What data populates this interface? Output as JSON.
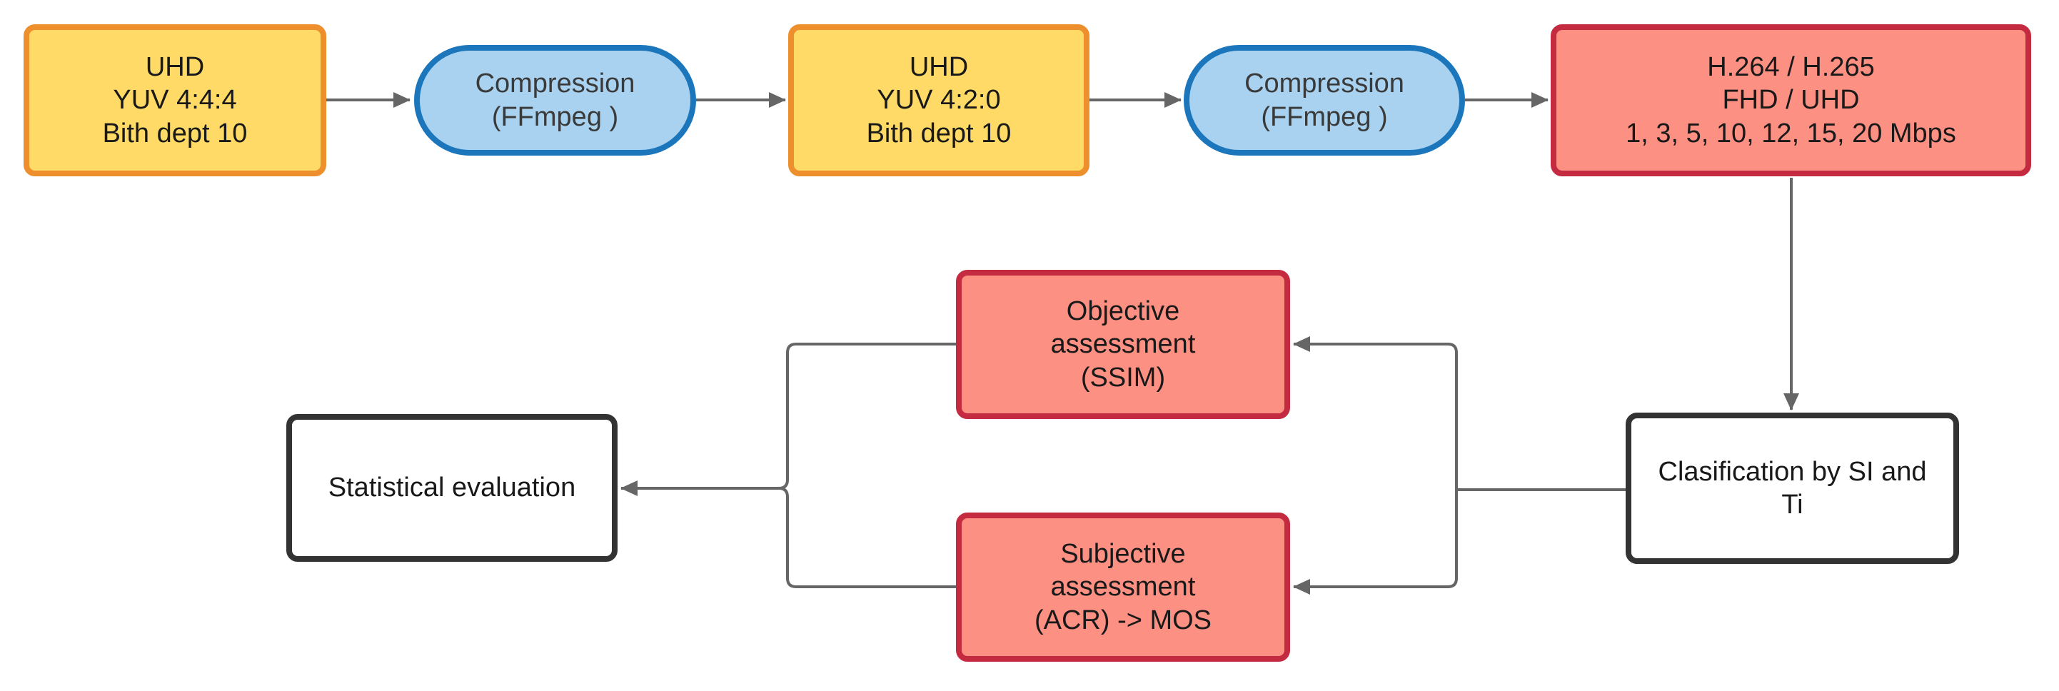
{
  "colors": {
    "line": "#666666",
    "yellow_fill": "#FFDA66",
    "yellow_stroke": "#EE8F2D",
    "blue_fill": "#A8D2F0",
    "blue_stroke": "#1B76BC",
    "red_fill": "#FC9083",
    "red_stroke": "#C52B40",
    "white_fill": "#FFFFFF",
    "dark_stroke": "#333333"
  },
  "nodes": [
    {
      "id": "uhd-yuv444",
      "shape": "rect",
      "color": "yellow",
      "text": "UHD\nYUV 4:4:4\nBith dept 10"
    },
    {
      "id": "compression-1",
      "shape": "stadium",
      "color": "blue",
      "text": "Compression\n(FFmpeg )"
    },
    {
      "id": "uhd-yuv420",
      "shape": "rect",
      "color": "yellow",
      "text": "UHD\nYUV 4:2:0\nBith dept 10"
    },
    {
      "id": "compression-2",
      "shape": "stadium",
      "color": "blue",
      "text": "Compression\n(FFmpeg )"
    },
    {
      "id": "encoded",
      "shape": "rect",
      "color": "red",
      "text": "H.264 / H.265\nFHD / UHD\n1, 3, 5, 10, 12, 15, 20 Mbps"
    },
    {
      "id": "objective",
      "shape": "rect",
      "color": "red",
      "text": "Objective\nassessment\n(SSIM)"
    },
    {
      "id": "subjective",
      "shape": "rect",
      "color": "red",
      "text": "Subjective\nassessment\n(ACR) -> MOS"
    },
    {
      "id": "statistical",
      "shape": "rect",
      "color": "white",
      "text": "Statistical evaluation"
    },
    {
      "id": "clasification",
      "shape": "rect",
      "color": "white",
      "text": "Clasification by SI and\nTi"
    }
  ],
  "edges": [
    {
      "from": "uhd-yuv444",
      "to": "compression-1",
      "arrow": true
    },
    {
      "from": "compression-1",
      "to": "uhd-yuv420",
      "arrow": true
    },
    {
      "from": "uhd-yuv420",
      "to": "compression-2",
      "arrow": true
    },
    {
      "from": "compression-2",
      "to": "encoded",
      "arrow": true
    },
    {
      "from": "encoded",
      "to": "clasification",
      "arrow": true
    },
    {
      "from": "clasification",
      "to": "objective",
      "arrow": true
    },
    {
      "from": "clasification",
      "to": "subjective",
      "arrow": true
    },
    {
      "from": "objective",
      "to": "statistical",
      "arrow": true
    },
    {
      "from": "subjective",
      "to": "statistical",
      "arrow": true
    }
  ]
}
